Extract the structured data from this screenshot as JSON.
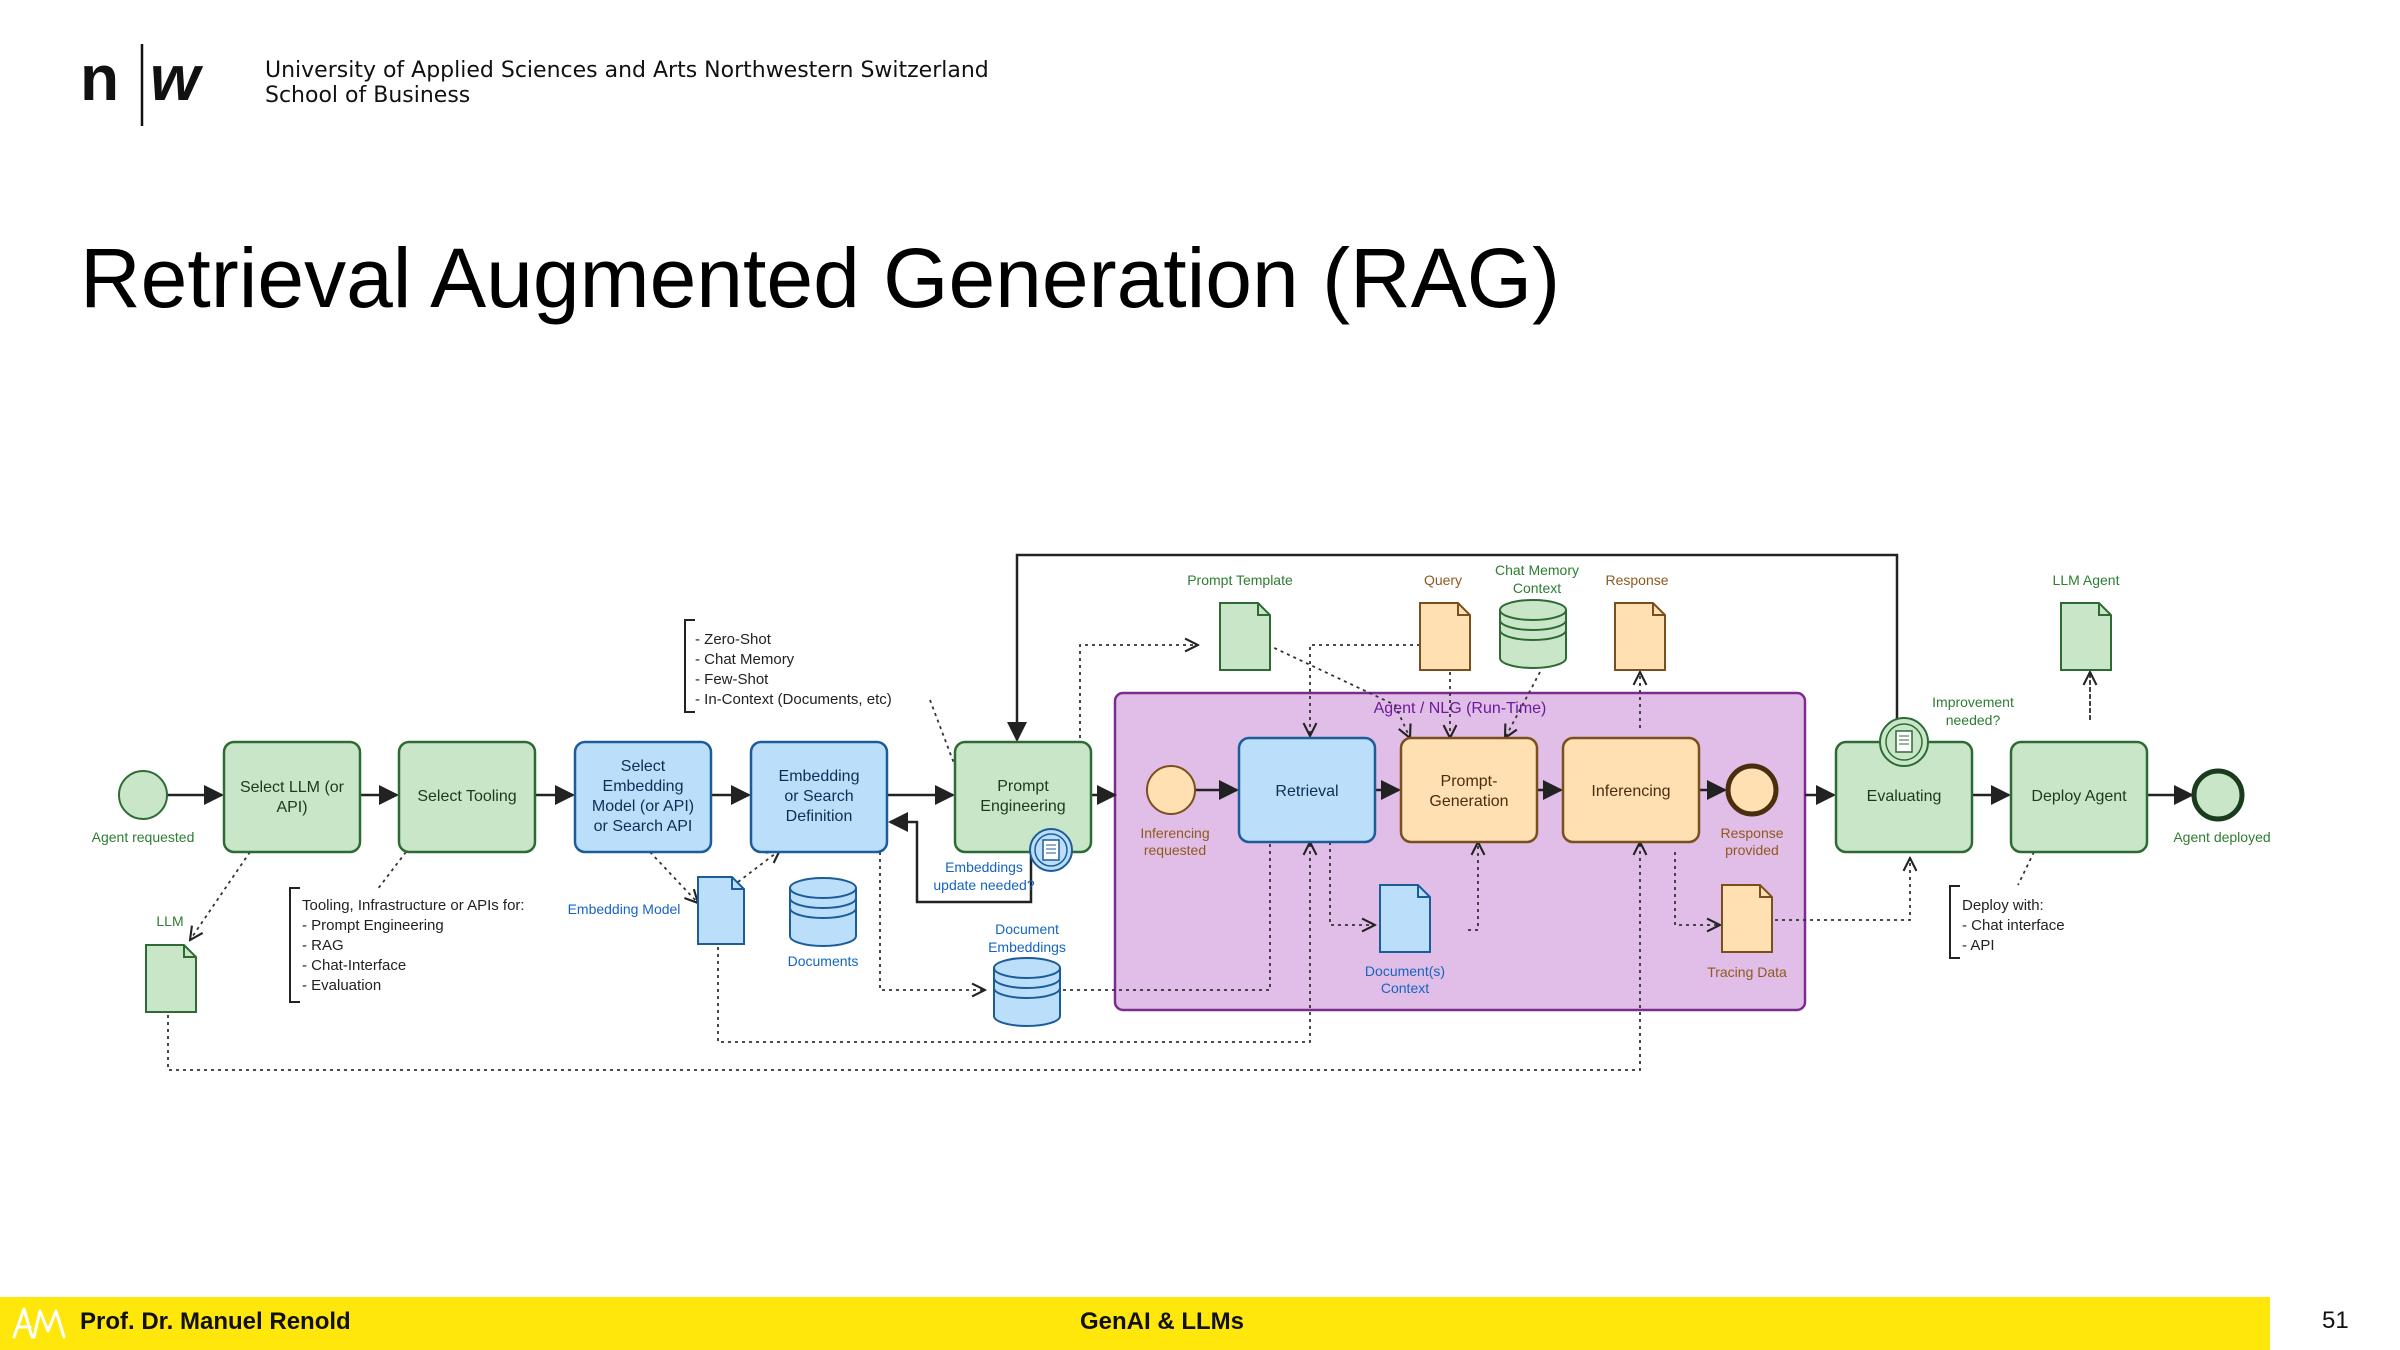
{
  "header": {
    "institution_line1": "University of Applied Sciences and Arts Northwestern Switzerland",
    "institution_line2": "School of Business"
  },
  "title": "Retrieval Augmented Generation (RAG)",
  "colors": {
    "green_fill": "#C9E6C8",
    "green_stroke": "#2E6B34",
    "green_text": "#2E7D32",
    "blue_fill": "#BBDEFB",
    "blue_stroke": "#1C5D99",
    "blue_text": "#1565C0",
    "orange_fill": "#FFE0B2",
    "orange_stroke": "#7A4F1E",
    "orange_text": "#8D5A1E",
    "purple_fill": "#E1BEE7",
    "purple_stroke": "#7B2C8E",
    "purple_text": "#6A1B9A",
    "footer_yellow": "#FFE70C"
  },
  "diagram": {
    "pool_label": "Agent / NLG (Run-Time)",
    "events": {
      "agent_requested": "Agent requested",
      "inferencing_requested_1": "Inferencing",
      "inferencing_requested_2": "requested",
      "response_provided_1": "Response",
      "response_provided_2": "provided",
      "agent_deployed": "Agent deployed"
    },
    "tasks": {
      "select_llm_1": "Select LLM (or",
      "select_llm_2": "API)",
      "select_tooling": "Select Tooling",
      "select_embedding_1": "Select",
      "select_embedding_2": "Embedding",
      "select_embedding_3": "Model (or API)",
      "select_embedding_4": "or Search API",
      "embedding_def_1": "Embedding",
      "embedding_def_2": "or Search",
      "embedding_def_3": "Definition",
      "prompt_eng_1": "Prompt",
      "prompt_eng_2": "Engineering",
      "retrieval": "Retrieval",
      "prompt_gen_1": "Prompt-",
      "prompt_gen_2": "Generation",
      "inferencing": "Inferencing",
      "evaluating": "Evaluating",
      "deploy_agent": "Deploy Agent"
    },
    "artifacts": {
      "llm": "LLM",
      "embedding_model": "Embedding Model",
      "documents": "Documents",
      "document_embeddings_1": "Document",
      "document_embeddings_2": "Embeddings",
      "prompt_template": "Prompt Template",
      "query": "Query",
      "chat_memory_1": "Chat Memory",
      "chat_memory_2": "Context",
      "response": "Response",
      "documents_context_1": "Document(s)",
      "documents_context_2": "Context",
      "tracing_data": "Tracing Data",
      "llm_agent": "LLM Agent"
    },
    "conditions": {
      "embeddings_update_1": "Embeddings",
      "embeddings_update_2": "update needed?",
      "improvement_1": "Improvement",
      "improvement_2": "needed?"
    },
    "annotations": {
      "prompt_types": [
        "- Zero-Shot",
        "- Chat Memory",
        "- Few-Shot",
        "- In-Context (Documents, etc)"
      ],
      "tooling": [
        "Tooling, Infrastructure or APIs for:",
        "- Prompt Engineering",
        "- RAG",
        "- Chat-Interface",
        "- Evaluation"
      ],
      "deploy": [
        "Deploy with:",
        "- Chat interface",
        "- API"
      ]
    }
  },
  "footer": {
    "author": "Prof. Dr. Manuel Renold",
    "course": "GenAI & LLMs",
    "page_number": "51"
  }
}
